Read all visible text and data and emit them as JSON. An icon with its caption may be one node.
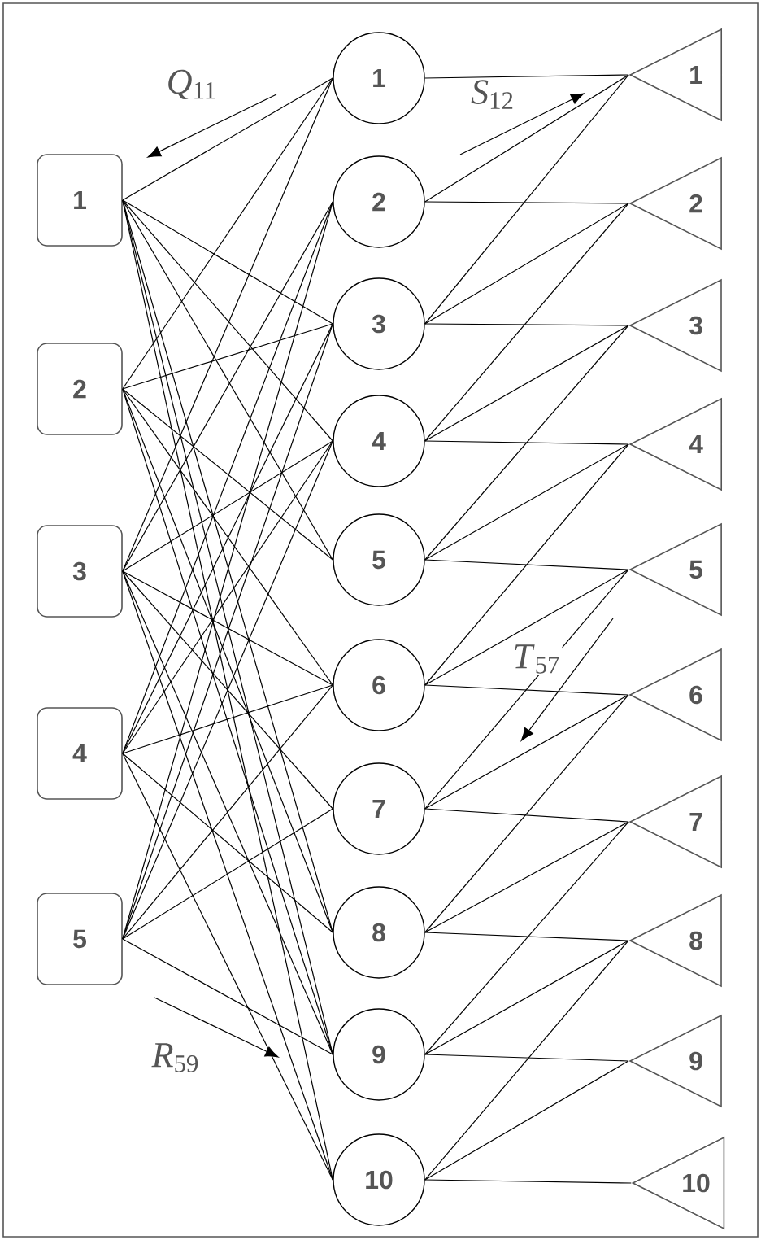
{
  "diagram": {
    "nodes": [
      {
        "text": [
          "1"
        ]
      },
      {
        "text": [
          "2"
        ]
      },
      {
        "text": [
          "3"
        ]
      },
      {
        "text": [
          "4"
        ]
      },
      {
        "text": [
          "5"
        ]
      },
      {
        "text": [
          "1"
        ]
      },
      {
        "text": [
          "2"
        ]
      },
      {
        "text": [
          "3"
        ]
      },
      {
        "text": [
          "4"
        ]
      },
      {
        "text": [
          "5"
        ]
      },
      {
        "text": [
          "6"
        ]
      },
      {
        "text": [
          "7"
        ]
      },
      {
        "text": [
          "8"
        ]
      },
      {
        "text": [
          "9"
        ]
      },
      {
        "text": [
          "10"
        ]
      },
      {
        "text": [
          "1"
        ]
      },
      {
        "text": [
          "2"
        ]
      },
      {
        "text": [
          "3"
        ]
      },
      {
        "text": [
          "4"
        ]
      },
      {
        "text": [
          "5"
        ]
      },
      {
        "text": [
          "6"
        ]
      },
      {
        "text": [
          "7"
        ]
      },
      {
        "text": [
          "8"
        ]
      },
      {
        "text": [
          "9"
        ]
      },
      {
        "text": [
          "10"
        ]
      }
    ],
    "edges": [
      {
        "from": 0,
        "to": 5,
        "arrow": "none"
      },
      {
        "from": 0,
        "to": 7,
        "arrow": "none"
      },
      {
        "from": 0,
        "to": 8,
        "arrow": "none"
      },
      {
        "from": 0,
        "to": 9,
        "arrow": "none"
      },
      {
        "from": 0,
        "to": 12,
        "arrow": "none"
      },
      {
        "from": 0,
        "to": 13,
        "arrow": "none"
      },
      {
        "from": 0,
        "to": 14,
        "arrow": "none"
      },
      {
        "from": 1,
        "to": 5,
        "arrow": "none"
      },
      {
        "from": 1,
        "to": 7,
        "arrow": "none"
      },
      {
        "from": 1,
        "to": 9,
        "arrow": "none"
      },
      {
        "from": 1,
        "to": 10,
        "arrow": "none"
      },
      {
        "from": 1,
        "to": 12,
        "arrow": "none"
      },
      {
        "from": 1,
        "to": 13,
        "arrow": "none"
      },
      {
        "from": 2,
        "to": 5,
        "arrow": "none"
      },
      {
        "from": 2,
        "to": 6,
        "arrow": "none"
      },
      {
        "from": 2,
        "to": 8,
        "arrow": "none"
      },
      {
        "from": 2,
        "to": 10,
        "arrow": "none"
      },
      {
        "from": 2,
        "to": 11,
        "arrow": "none"
      },
      {
        "from": 2,
        "to": 13,
        "arrow": "none"
      },
      {
        "from": 2,
        "to": 14,
        "arrow": "none"
      },
      {
        "from": 3,
        "to": 6,
        "arrow": "none"
      },
      {
        "from": 3,
        "to": 7,
        "arrow": "none"
      },
      {
        "from": 3,
        "to": 8,
        "arrow": "none"
      },
      {
        "from": 3,
        "to": 10,
        "arrow": "none"
      },
      {
        "from": 3,
        "to": 12,
        "arrow": "none"
      },
      {
        "from": 3,
        "to": 14,
        "arrow": "none"
      },
      {
        "from": 4,
        "to": 6,
        "arrow": "none"
      },
      {
        "from": 4,
        "to": 7,
        "arrow": "none"
      },
      {
        "from": 4,
        "to": 8,
        "arrow": "none"
      },
      {
        "from": 4,
        "to": 10,
        "arrow": "none"
      },
      {
        "from": 4,
        "to": 11,
        "arrow": "none"
      },
      {
        "from": 4,
        "to": 13,
        "arrow": "none"
      },
      {
        "from": 5,
        "to": 15,
        "arrow": "none"
      },
      {
        "from": 6,
        "to": 16,
        "arrow": "none"
      },
      {
        "from": 6,
        "to": 15,
        "arrow": "none"
      },
      {
        "from": 7,
        "to": 17,
        "arrow": "none"
      },
      {
        "from": 7,
        "to": 16,
        "arrow": "none"
      },
      {
        "from": 7,
        "to": 15,
        "arrow": "none"
      },
      {
        "from": 8,
        "to": 18,
        "arrow": "none"
      },
      {
        "from": 8,
        "to": 17,
        "arrow": "none"
      },
      {
        "from": 8,
        "to": 16,
        "arrow": "none"
      },
      {
        "from": 9,
        "to": 19,
        "arrow": "none"
      },
      {
        "from": 9,
        "to": 18,
        "arrow": "none"
      },
      {
        "from": 9,
        "to": 17,
        "arrow": "none"
      },
      {
        "from": 10,
        "to": 20,
        "arrow": "none"
      },
      {
        "from": 10,
        "to": 19,
        "arrow": "none"
      },
      {
        "from": 10,
        "to": 18,
        "arrow": "none"
      },
      {
        "from": 11,
        "to": 21,
        "arrow": "none"
      },
      {
        "from": 11,
        "to": 20,
        "arrow": "none"
      },
      {
        "from": 11,
        "to": 19,
        "arrow": "none"
      },
      {
        "from": 12,
        "to": 22,
        "arrow": "none"
      },
      {
        "from": 12,
        "to": 21,
        "arrow": "none"
      },
      {
        "from": 12,
        "to": 20,
        "arrow": "none"
      },
      {
        "from": 13,
        "to": 23,
        "arrow": "none"
      },
      {
        "from": 13,
        "to": 22,
        "arrow": "none"
      },
      {
        "from": 13,
        "to": 21,
        "arrow": "none"
      },
      {
        "from": 14,
        "to": 24,
        "arrow": "none"
      },
      {
        "from": 14,
        "to": 23,
        "arrow": "none"
      },
      {
        "from": 14,
        "to": 22,
        "arrow": "none"
      }
    ],
    "labels": [
      "*Q*$_{11}$",
      "*S*$_{12}$",
      "*T*$_{57}$",
      "*R*$_{59}$"
    ]
  }
}
